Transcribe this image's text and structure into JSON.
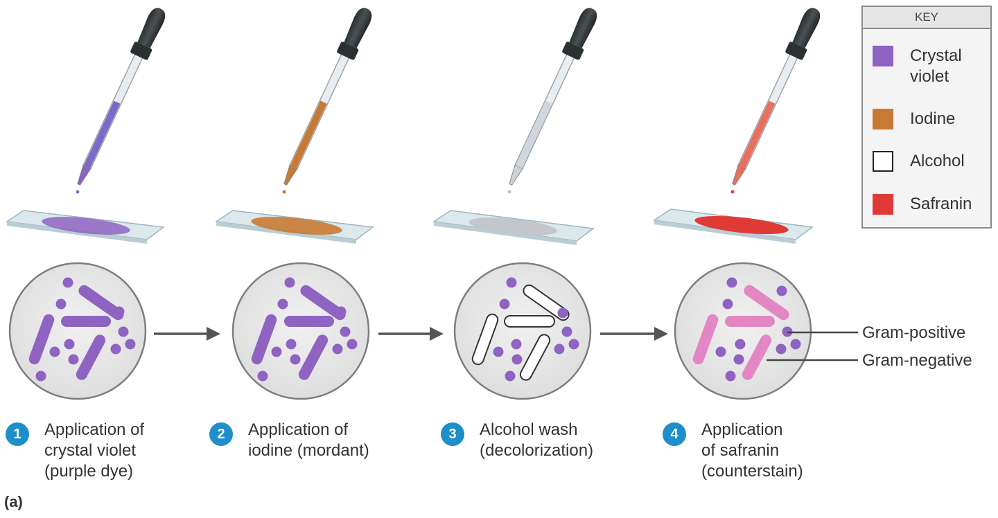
{
  "key": {
    "title": "KEY",
    "items": [
      {
        "lines": [
          "Crystal",
          "violet"
        ],
        "color": "#8f63c2"
      },
      {
        "lines": [
          "Iodine"
        ],
        "color": "#c87a35"
      },
      {
        "lines": [
          "Alcohol"
        ],
        "color": "#ffffff"
      },
      {
        "lines": [
          "Safranin"
        ],
        "color": "#e03a36"
      }
    ]
  },
  "steps": [
    {
      "number": "1",
      "lines": [
        "Application of",
        "crystal violet",
        "(purple dye)"
      ]
    },
    {
      "number": "2",
      "lines": [
        "Application of",
        "iodine (mordant)"
      ]
    },
    {
      "number": "3",
      "lines": [
        "Alcohol wash",
        "(decolorization)"
      ]
    },
    {
      "number": "4",
      "lines": [
        "Application",
        "of safranin",
        "(counterstain)"
      ]
    }
  ],
  "callouts": {
    "gram_positive": "Gram-positive",
    "gram_negative": "Gram-negative"
  },
  "panel_label": "(a)",
  "colors": {
    "purple": "#8f63c2",
    "iodine": "#c87a35",
    "alcohol": "#cfd3d8",
    "safranin": "#e03a36",
    "pink": "#e387c4",
    "badge": "#1e8fc8"
  }
}
